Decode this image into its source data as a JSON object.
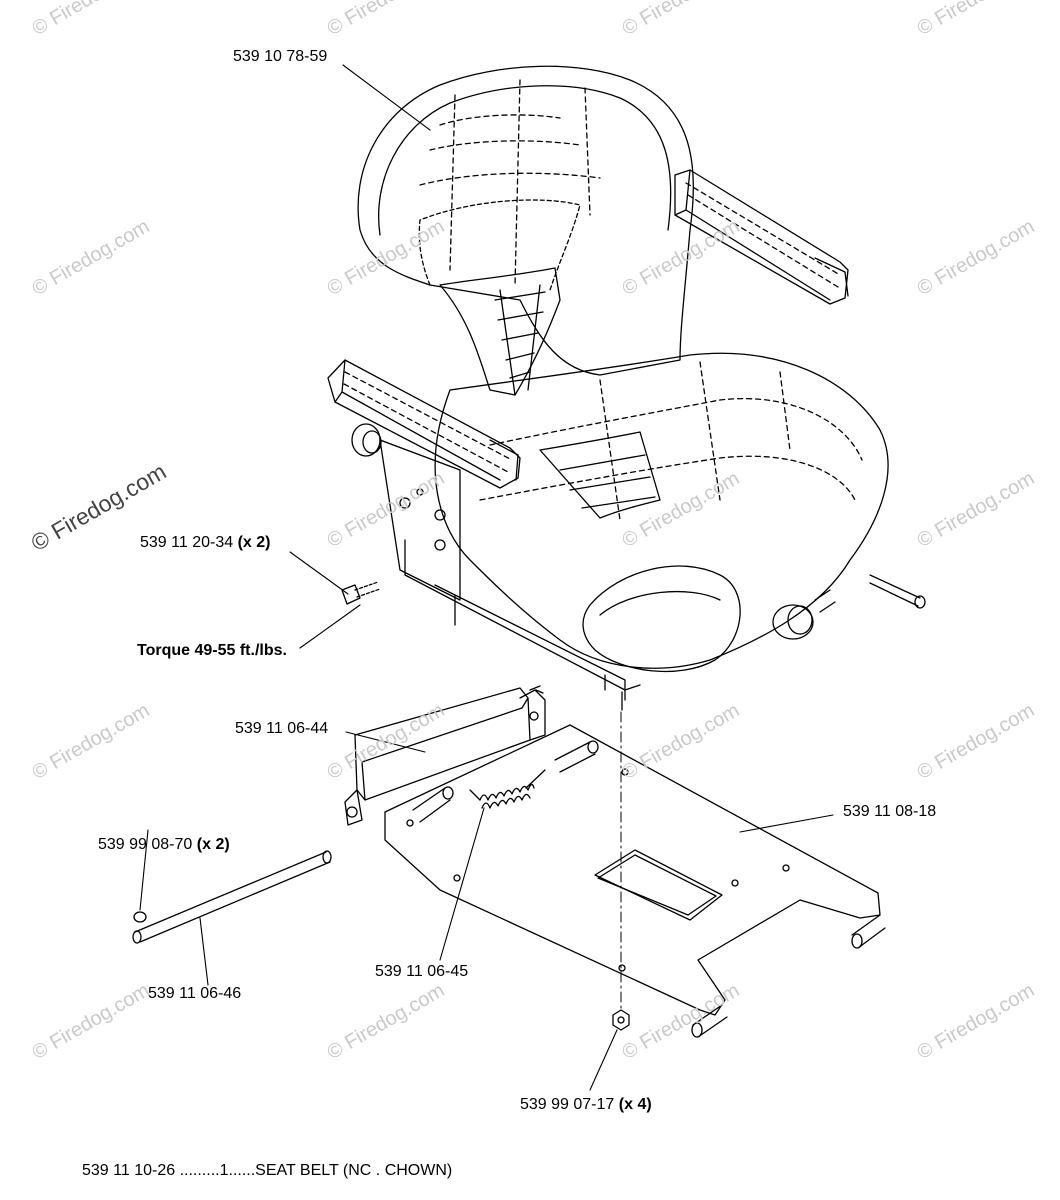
{
  "watermark": {
    "text": "Firedog.com",
    "symbol": "©",
    "copyright_text": "© Firedog.com"
  },
  "callouts": {
    "seat": {
      "number": "539 10 78-59"
    },
    "bolt": {
      "number": "539 11 20-34",
      "qty": "(x 2)"
    },
    "torque": {
      "text": "Torque 49-55 ft./lbs."
    },
    "slide_bracket": {
      "number": "539 11 06-44"
    },
    "mount_plate": {
      "number": "539 11 08-18"
    },
    "ring": {
      "number": "539 99 08-70",
      "qty": "(x 2)"
    },
    "spring": {
      "number": "539 11 06-45"
    },
    "rod": {
      "number": "539 11 06-46"
    },
    "nut": {
      "number": "539 99 07-17",
      "qty": "(x 4)"
    }
  },
  "footer": {
    "part_number": "539 11 10-26",
    "dots": ".........",
    "qty": "1",
    "dots2": "......",
    "description": "SEAT BELT (NC . CHOWN)"
  }
}
